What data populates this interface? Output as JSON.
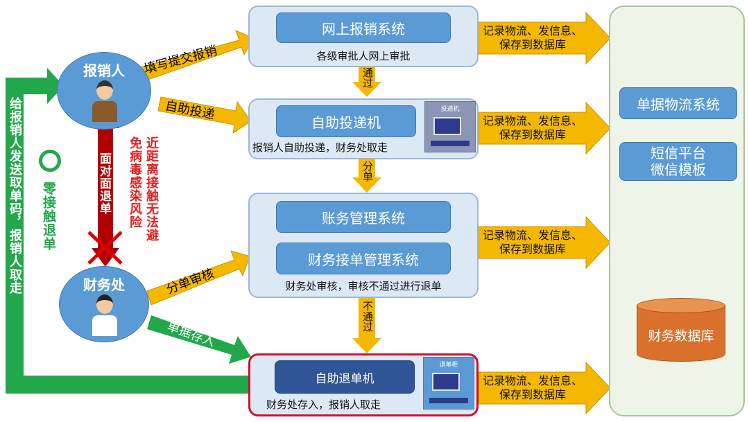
{
  "actors": {
    "claimant": "报销人",
    "finance": "财务处"
  },
  "flows": {
    "fill_submit": "填写提交报销",
    "self_deliver": "自助投递",
    "dispatch_review": "分单审核",
    "doc_deposit": "单据存入",
    "send_code": "给报销人发送取单码，报销人取走",
    "zero_contact": "零接触退单",
    "face_to_face": "面对面退单",
    "risk_line1": "近距离接触无法避",
    "risk_line2": "免病毒感染风险"
  },
  "systems": {
    "online": {
      "title": "网上报销系统",
      "desc": "各级审批人网上审批"
    },
    "kiosk": {
      "title": "自助投递机",
      "desc": "报销人自助投递，财务处取走",
      "machine_label": "投递机"
    },
    "accounting": {
      "title": "账务管理系统",
      "title2": "财务接单管理系统",
      "desc": "财务处审核，审核不通过进行退单"
    },
    "return": {
      "title": "自助退单机",
      "desc": "财务处存入，报销人取走",
      "machine_label": "退单柜"
    }
  },
  "steps": {
    "pass": "通过",
    "split": "分单",
    "fail": "不通过"
  },
  "record": {
    "line1": "记录物流、发信息、",
    "line2": "保存到数据库"
  },
  "right_panel": {
    "logistics": "单据物流系统",
    "sms1": "短信平台",
    "sms2": "微信模板",
    "db": "财务数据库"
  },
  "colors": {
    "blue": "#5b9bd5",
    "yellow": "#f5b800",
    "green": "#22a84a",
    "red": "#c00000"
  }
}
